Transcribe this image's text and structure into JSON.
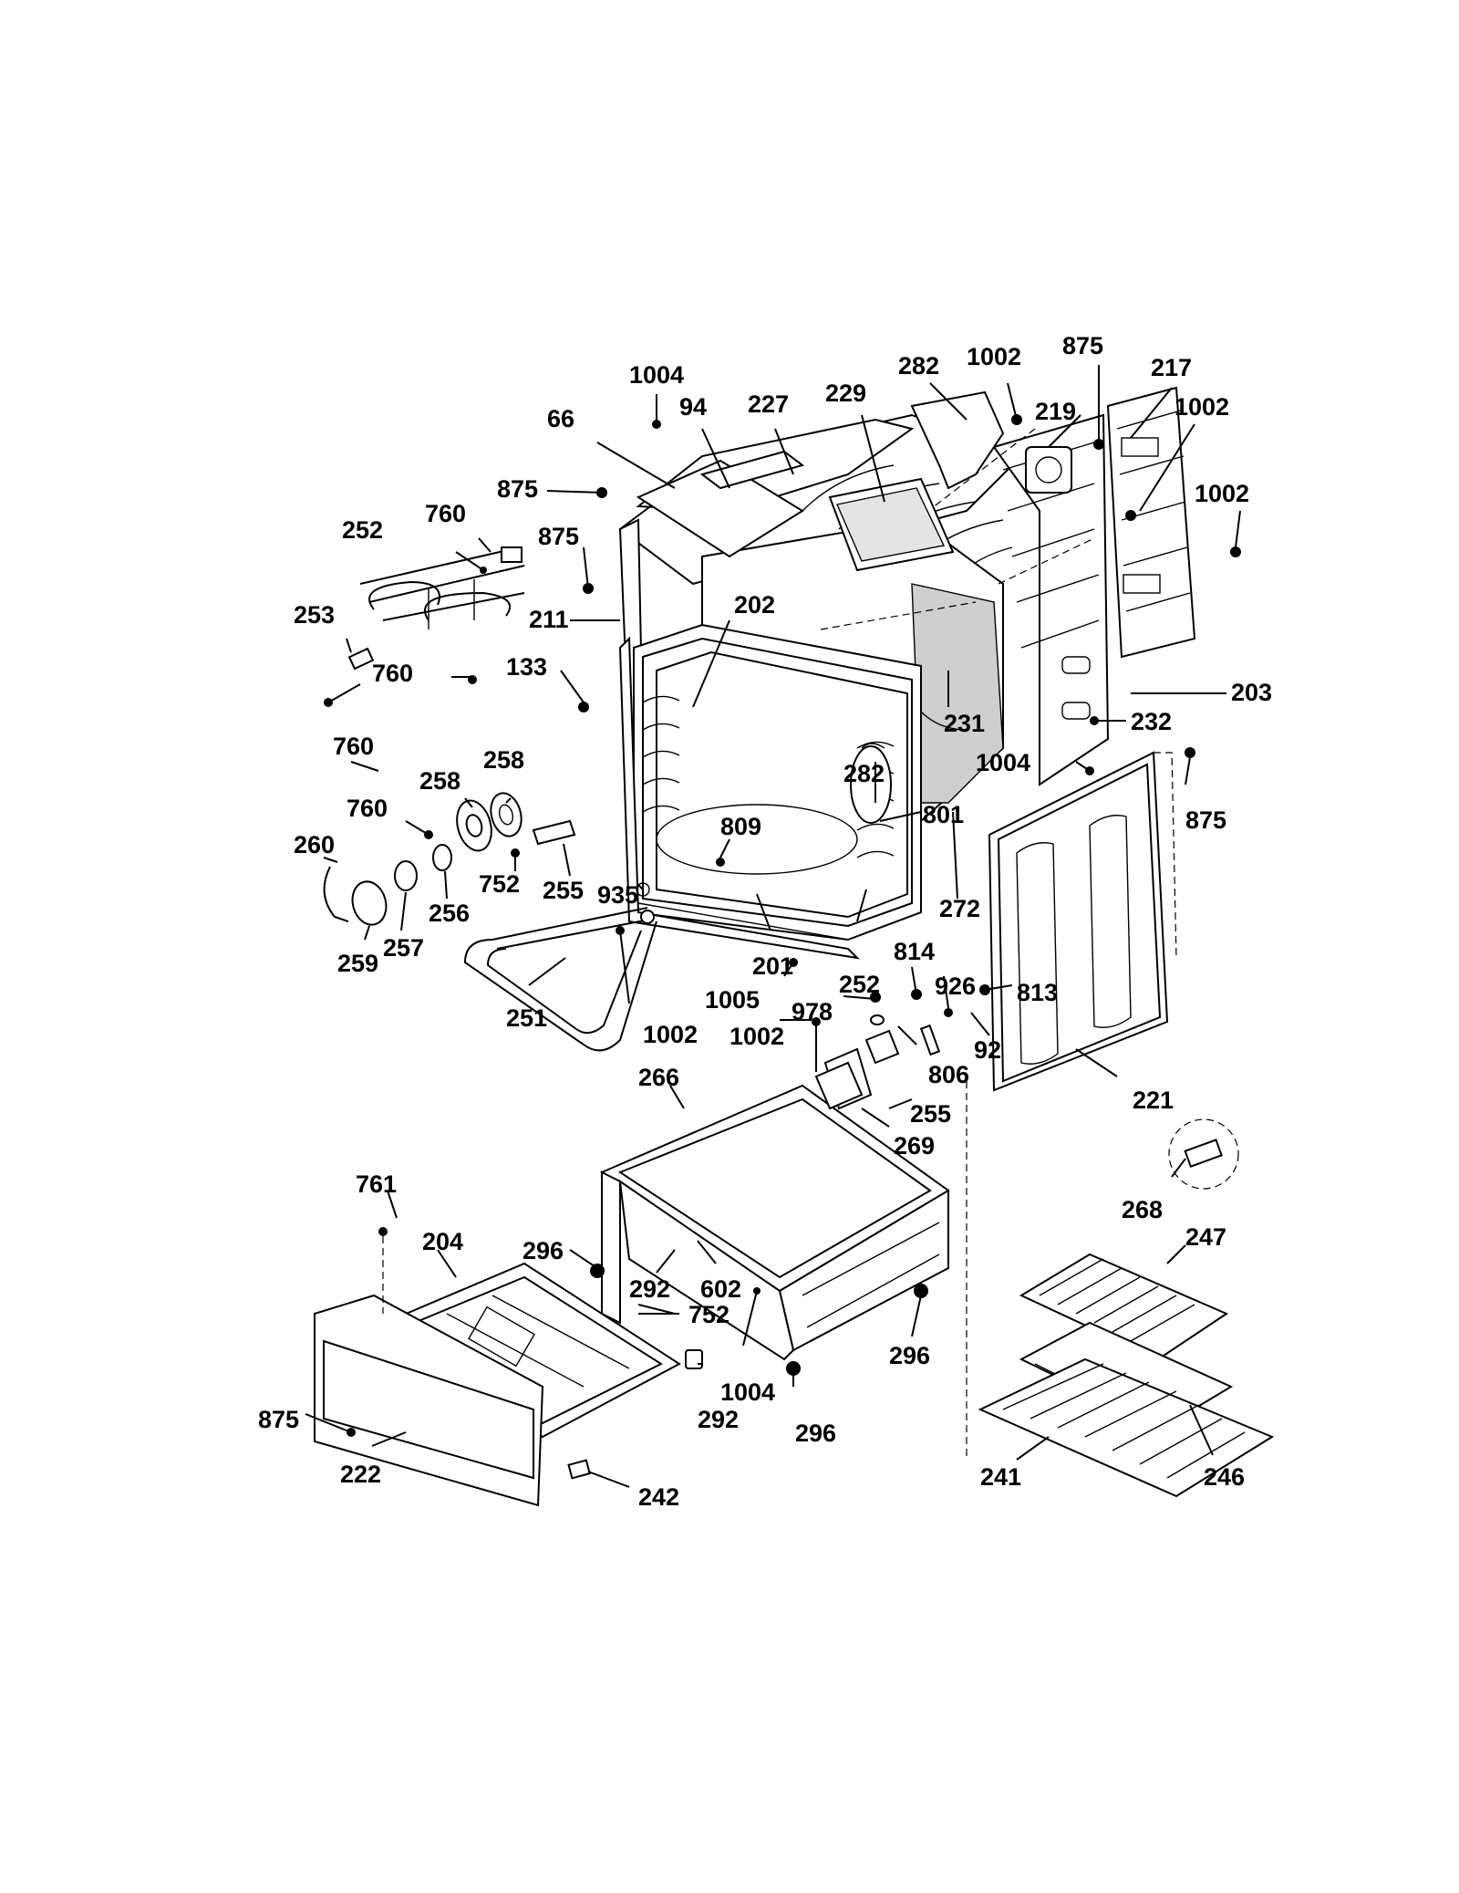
{
  "callouts": {
    "l66": "66",
    "l94": "94",
    "l227": "227",
    "l229": "229",
    "l1004a": "1004",
    "l282a": "282",
    "l1002a": "1002",
    "l875a": "875",
    "l217": "217",
    "l219": "219",
    "l1002b": "1002",
    "l1002c": "1002",
    "l875b": "875",
    "l875c": "875",
    "l252a": "252",
    "l760a": "760",
    "l211": "211",
    "l202": "202",
    "l253": "253",
    "l760b": "760",
    "l133": "133",
    "l231": "231",
    "l203": "203",
    "l232": "232",
    "l282b": "282",
    "l1004b": "1004",
    "l760c": "760",
    "l258a": "258",
    "l258b": "258",
    "l875d": "875",
    "l801": "801",
    "l760d": "760",
    "l809": "809",
    "l260": "260",
    "l752a": "752",
    "l255a": "255",
    "l935": "935",
    "l272": "272",
    "l256": "256",
    "l257": "257",
    "l259": "259",
    "l252b": "252",
    "l814": "814",
    "l201": "201",
    "l926": "926",
    "l813": "813",
    "l1005": "1005",
    "l978": "978",
    "l251": "251",
    "l1002d": "1002",
    "l1002e": "1002",
    "l92": "92",
    "l806": "806",
    "l221": "221",
    "l266": "266",
    "l255b": "255",
    "l269": "269",
    "l268": "268",
    "l761": "761",
    "l204": "204",
    "l296a": "296",
    "l247": "247",
    "l292a": "292",
    "l602": "602",
    "l752b": "752",
    "l296b": "296",
    "l1004c": "1004",
    "l292b": "292",
    "l296c": "296",
    "l875e": "875",
    "l222": "222",
    "l241": "241",
    "l246": "246",
    "l242": "242"
  }
}
